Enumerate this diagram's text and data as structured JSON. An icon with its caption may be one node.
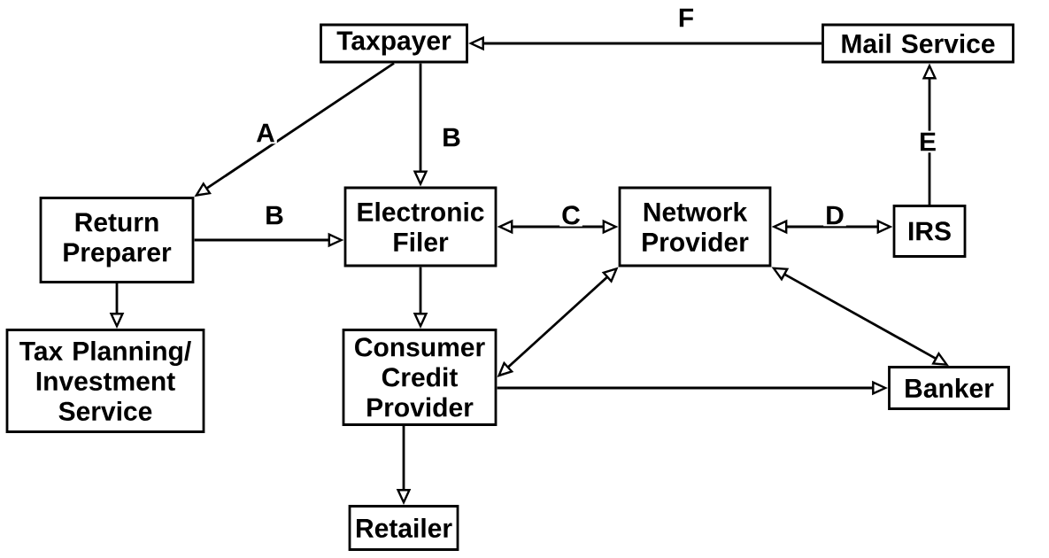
{
  "diagram": {
    "nodes": [
      {
        "text": [
          "Taxpayer"
        ]
      },
      {
        "text": [
          "Mail Service"
        ]
      },
      {
        "text": [
          "Return Preparer"
        ]
      },
      {
        "text": [
          "Electronic Filer"
        ]
      },
      {
        "text": [
          "Network Provider"
        ]
      },
      {
        "text": [
          "IRS"
        ]
      },
      {
        "text": [
          "Tax Planning/ Investment Service"
        ]
      },
      {
        "text": [
          "Consumer Credit Provider"
        ]
      },
      {
        "text": [
          "Banker"
        ]
      },
      {
        "text": [
          "Retailer"
        ]
      }
    ],
    "edges": [
      {
        "from": 1,
        "to": 0,
        "arrow": "to",
        "label": "F"
      },
      {
        "from": 0,
        "to": 2,
        "arrow": "to",
        "label": "A"
      },
      {
        "from": 0,
        "to": 3,
        "arrow": "to",
        "label": "B"
      },
      {
        "from": 2,
        "to": 3,
        "arrow": "to",
        "label": "B"
      },
      {
        "from": 3,
        "to": 4,
        "arrow": "both",
        "label": "C"
      },
      {
        "from": 4,
        "to": 5,
        "arrow": "both",
        "label": "D"
      },
      {
        "from": 5,
        "to": 1,
        "arrow": "to",
        "label": "E"
      },
      {
        "from": 2,
        "to": 6,
        "arrow": "to"
      },
      {
        "from": 3,
        "to": 7,
        "arrow": "to"
      },
      {
        "from": 4,
        "to": 7,
        "arrow": "both"
      },
      {
        "from": 4,
        "to": 8,
        "arrow": "both"
      },
      {
        "from": 7,
        "to": 8,
        "arrow": "to"
      },
      {
        "from": 7,
        "to": 9,
        "arrow": "to"
      }
    ]
  }
}
